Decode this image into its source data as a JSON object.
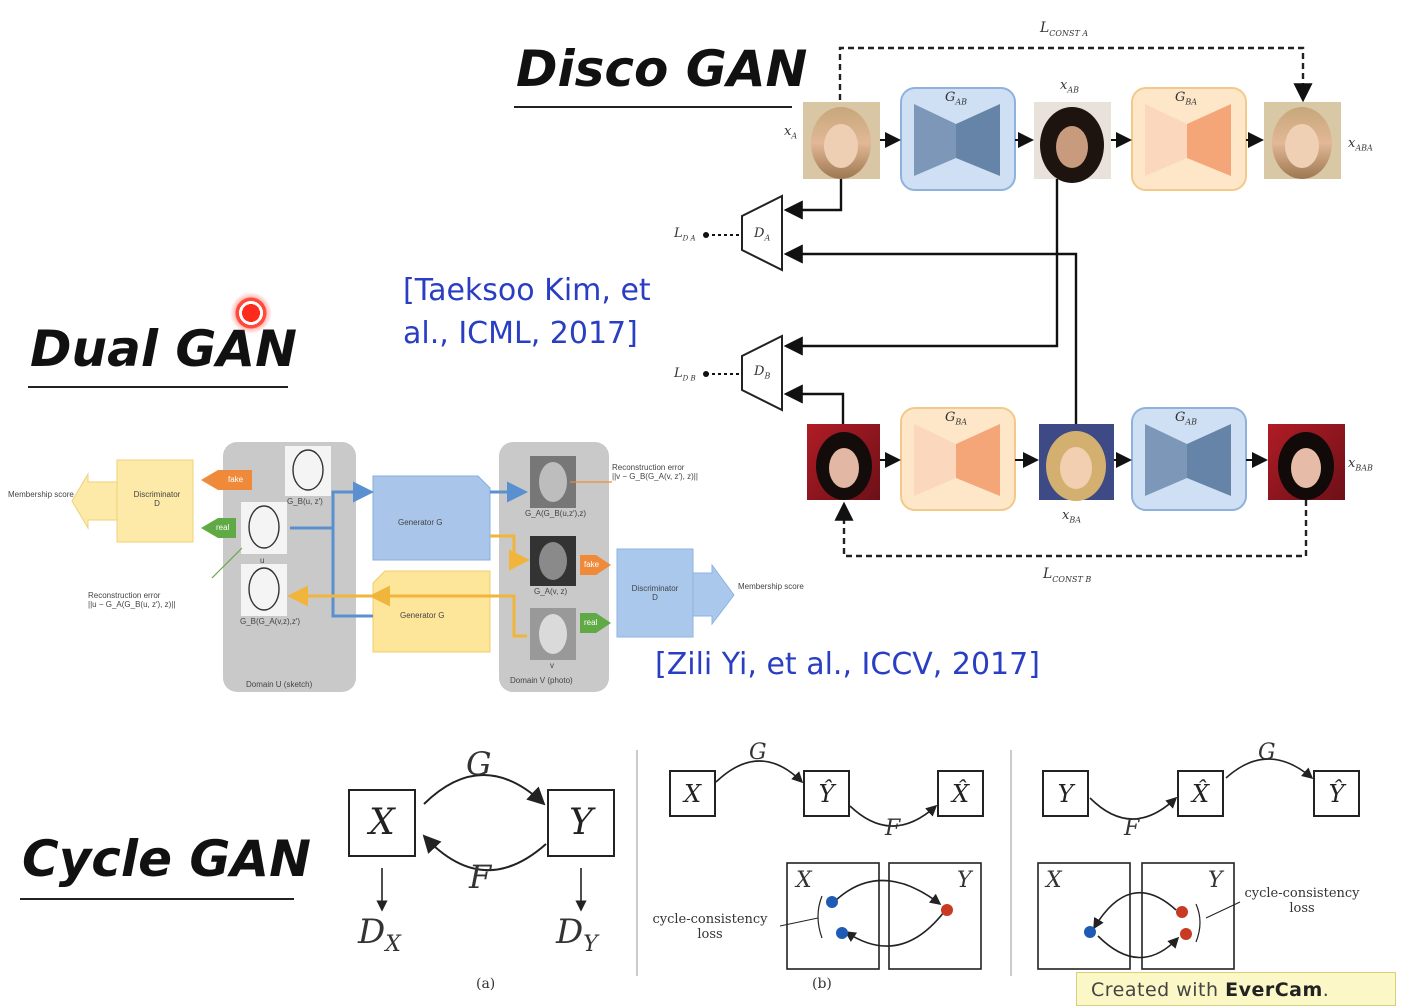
{
  "titles": {
    "disco": "Disco GAN",
    "dual": "Dual GAN",
    "cycle": "Cycle GAN"
  },
  "citations": {
    "disco_line1": "[Taeksoo Kim, et",
    "disco_line2": "al., ICML, 2017]",
    "dual": "[Zili Yi, et al., ICCV, 2017]"
  },
  "disco": {
    "l_const_a": "L",
    "l_const_a_sub": "CONST A",
    "l_const_b": "L",
    "l_const_b_sub": "CONST B",
    "x_a": "x",
    "x_a_sub": "A",
    "x_ab": "x",
    "x_ab_sub": "AB",
    "x_aba": "x",
    "x_aba_sub": "ABA",
    "x_ba": "x",
    "x_ba_sub": "BA",
    "x_bab": "x",
    "x_bab_sub": "BAB",
    "g_ab": "G",
    "g_ab_sub": "AB",
    "g_ba": "G",
    "g_ba_sub": "BA",
    "d_a": "D",
    "d_a_sub": "A",
    "d_b": "D",
    "d_b_sub": "B",
    "l_da": "L",
    "l_da_sub": "D A",
    "l_db": "L",
    "l_db_sub": "D B"
  },
  "dual": {
    "membership_left": "Membership score",
    "membership_right": "Membership score",
    "disc_u": "Discriminator",
    "disc_u_sub": "D",
    "disc_v": "Discriminator",
    "disc_v_sub": "D",
    "gen_a": "Generator G",
    "gen_b": "Generator G",
    "fake_left": "fake",
    "real_left": "real",
    "fake_right": "fake",
    "real_right": "real",
    "recon_left_1": "Reconstruction error",
    "recon_left_2": "||u − G_A(G_B(u, z′), z)||",
    "recon_right_1": "Reconstruction error",
    "recon_right_2": "||v − G_B(G_A(v, z′), z)||",
    "domain_u": "Domain U (sketch)",
    "domain_v": "Domain V (photo)",
    "u_label": "u",
    "v_label": "v",
    "gb_label": "G_B(u, z′)",
    "gagb_label": "G_A(G_B(u,z′),z)",
    "gbga_label": "G_B(G_A(v,z),z′)",
    "ga_label": "G_A(v, z)"
  },
  "cycle": {
    "a": {
      "x": "X",
      "y": "Y",
      "g": "G",
      "f": "F",
      "dx": "D",
      "dx_sub": "X",
      "dy": "D",
      "dy_sub": "Y",
      "caption": "(a)"
    },
    "b": {
      "x": "X",
      "y_hat": "Ŷ",
      "x_hat": "X̂",
      "g": "G",
      "f": "F",
      "panel_x": "X",
      "panel_y": "Y",
      "loss_1": "cycle-consistency",
      "loss_2": "loss",
      "caption": "(b)"
    },
    "c": {
      "y": "Y",
      "x_hat": "X̂",
      "y_hat": "Ŷ",
      "f": "F",
      "g": "G",
      "panel_x": "X",
      "panel_y": "Y",
      "loss_1": "cycle-consistency",
      "loss_2": "loss"
    }
  },
  "watermark": {
    "prefix": "Created with ",
    "brand": "EverCam",
    "suffix": "."
  },
  "colors": {
    "citation": "#2a3ec4",
    "gen_blue": "#c9dcf3",
    "gen_orange": "#fde9c8",
    "pointer": "#e8201e"
  }
}
